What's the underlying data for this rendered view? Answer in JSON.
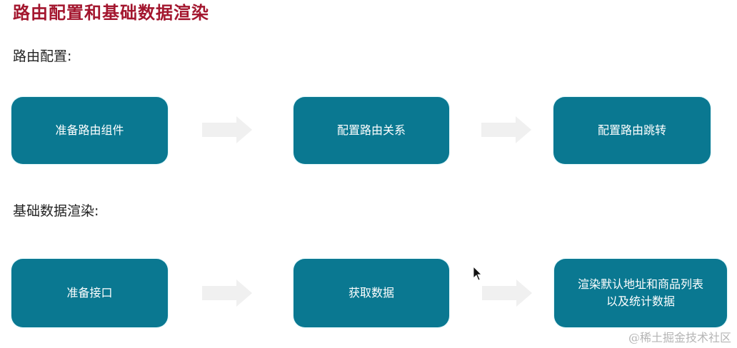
{
  "title": "路由配置和基础数据渲染",
  "sections": [
    {
      "label": "路由配置:",
      "steps": [
        {
          "label": "准备路由组件"
        },
        {
          "label": "配置路由关系"
        },
        {
          "label": "配置路由跳转"
        }
      ]
    },
    {
      "label": "基础数据渲染:",
      "steps": [
        {
          "label": "准备接口"
        },
        {
          "label": "获取数据"
        },
        {
          "label_line1": "渲染默认地址和商品列表",
          "label_line2": "以及统计数据"
        }
      ]
    }
  ],
  "colors": {
    "title": "#a3162e",
    "box": "#0a7891",
    "box_text": "#ffffff",
    "arrow": "#f0f0f0",
    "section_text": "#222222",
    "watermark": "#b5b5b5"
  },
  "watermark": "@稀土掘金技术社区"
}
